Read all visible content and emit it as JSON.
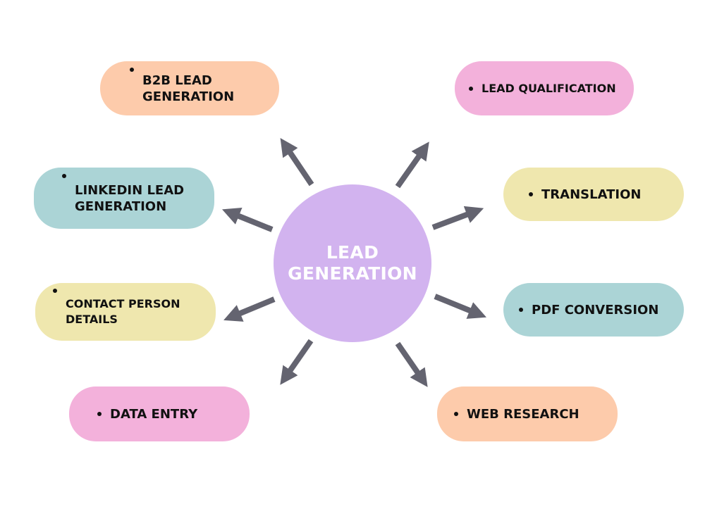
{
  "colors": {
    "center_fill": "#d2b3ef",
    "center_text": "#ffffff",
    "arrow": "#646470",
    "peach": "#fdcbab",
    "pink": "#f3b1db",
    "teal": "#abd4d6",
    "yellow": "#efe7ae",
    "text": "#111111"
  },
  "center": {
    "label": "LEAD\nGENERATION"
  },
  "items": {
    "b2b": {
      "label": "B2B LEAD\nGENERATION",
      "color": "#fdcbab"
    },
    "linkedin": {
      "label": "LINKEDIN LEAD\nGENERATION",
      "color": "#abd4d6"
    },
    "contact": {
      "label": "CONTACT PERSON\nDETAILS",
      "color": "#efe7ae"
    },
    "data_entry": {
      "label": "DATA ENTRY",
      "color": "#f3b1db"
    },
    "qualification": {
      "label": "LEAD QUALIFICATION",
      "color": "#f3b1db"
    },
    "translation": {
      "label": "TRANSLATION",
      "color": "#efe7ae"
    },
    "pdf": {
      "label": "PDF CONVERSION",
      "color": "#abd4d6"
    },
    "web": {
      "label": "WEB RESEARCH",
      "color": "#fdcbab"
    }
  },
  "bullet_icon": "bullet-dot-icon",
  "arrow_icon": "arrow-icon"
}
